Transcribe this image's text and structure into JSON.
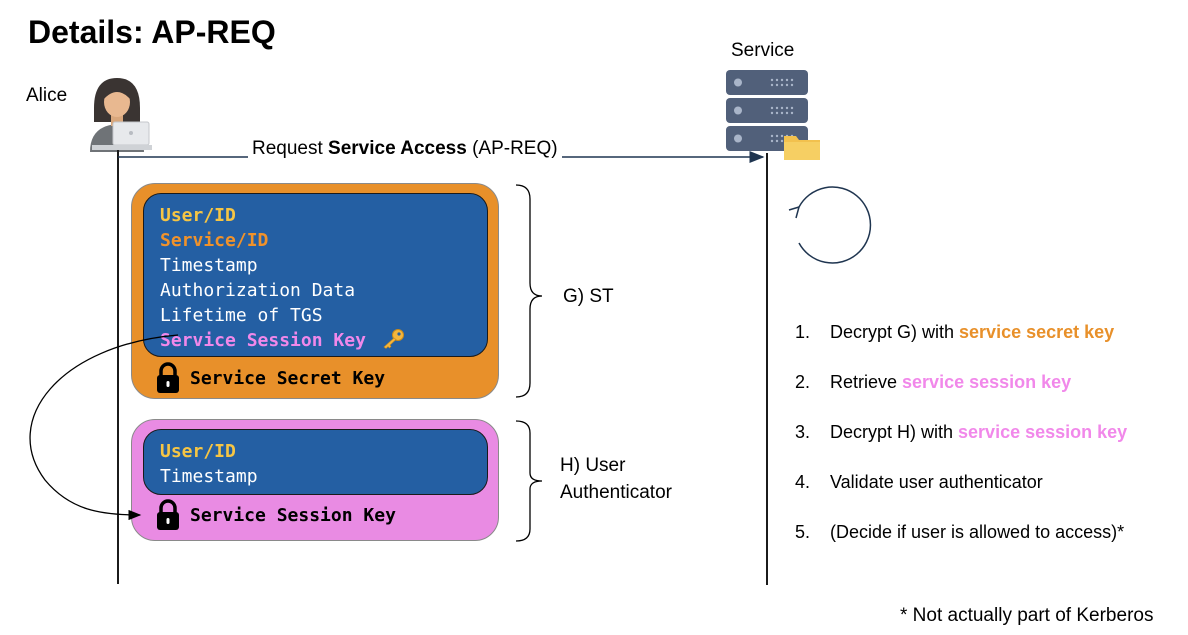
{
  "title": "Details: AP-REQ",
  "actors": {
    "alice": "Alice",
    "service": "Service"
  },
  "message": {
    "prefix": "Request ",
    "bold": "Service Access",
    "suffix": " (AP-REQ)"
  },
  "service_ticket": {
    "lines": [
      "User/ID",
      "Service/ID",
      "Timestamp",
      "Authorization Data",
      "Lifetime of TGS",
      "Service Session Key"
    ],
    "key_label": "Service Secret Key",
    "brace_label": "G) ST"
  },
  "authenticator": {
    "lines": [
      "User/ID",
      "Timestamp"
    ],
    "key_label": "Service Session Key",
    "brace_label_line1": "H) User",
    "brace_label_line2": "Authenticator"
  },
  "steps": [
    {
      "num": "1.",
      "text": "Decrypt G) with ",
      "highlight": "service secret key"
    },
    {
      "num": "2.",
      "text": "Retrieve ",
      "highlight": "service session key"
    },
    {
      "num": "3.",
      "text": "Decrypt H) with ",
      "highlight": "service session key"
    },
    {
      "num": "4.",
      "text": "Validate user authenticator",
      "highlight": ""
    },
    {
      "num": "5.",
      "text": "(Decide if user is allowed to access)*",
      "highlight": ""
    }
  ],
  "footnote": "* Not actually part of Kerberos",
  "colors": {
    "ticket_box": "#e8902a",
    "authenticator_box": "#e98be3",
    "inner_box": "#245fa3",
    "user_id": "#f6c544",
    "service_id": "#f0922b",
    "session_key": "#f188ea"
  }
}
